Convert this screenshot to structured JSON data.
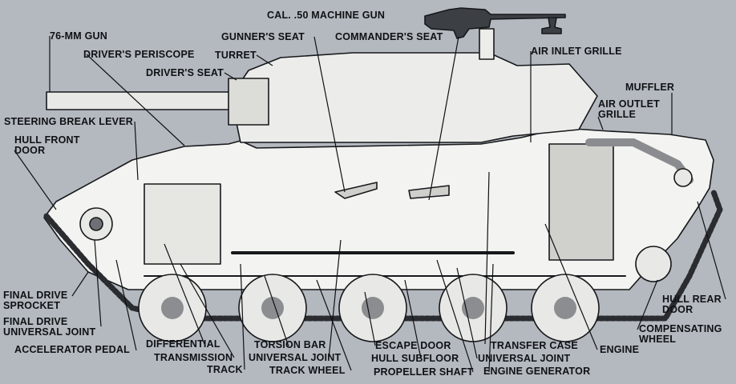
{
  "labels": {
    "machine_gun": "CAL. .50 MACHINE GUN",
    "gun_76mm": "76-MM GUN",
    "drivers_periscope": "DRIVER'S PERISCOPE",
    "gunners_seat": "GUNNER'S SEAT",
    "commanders_seat": "COMMANDER'S SEAT",
    "turret": "TURRET",
    "drivers_seat": "DRIVER'S SEAT",
    "air_inlet_grille": "AIR INLET GRILLE",
    "muffler": "MUFFLER",
    "air_outlet_grille": "AIR OUTLET\nGRILLE",
    "steering_brake_lever": "STEERING BREAK LEVER",
    "hull_front_door": "HULL FRONT\nDOOR",
    "final_drive_sprocket": "FINAL DRIVE\nSPROCKET",
    "final_drive_universal_joint": "FINAL DRIVE\nUNIVERSAL JOINT",
    "accelerator_pedal": "ACCELERATOR PEDAL",
    "differential": "DIFFERENTIAL",
    "transmission": "TRANSMISSION",
    "track": "TRACK",
    "torsion_bar": "TORSION BAR",
    "universal_joint_left": "UNIVERSAL JOINT",
    "track_wheel": "TRACK WHEEL",
    "escape_door": "ESCAPE DOOR",
    "hull_subfloor": "HULL SUBFLOOR",
    "propeller_shaft": "PROPELLER SHAFT",
    "transfer_case": "TRANSFER CASE",
    "universal_joint_right": "UNIVERSAL JOINT",
    "engine_generator": "ENGINE GENERATOR",
    "engine": "ENGINE",
    "compensating_wheel": "COMPENSATING\nWHEEL",
    "hull_rear_door": "HULL REAR\nDOOR"
  },
  "colors": {
    "background": "#b4b9bf",
    "ink": "#0f1114",
    "hull_fill": "#f3f3f1"
  }
}
